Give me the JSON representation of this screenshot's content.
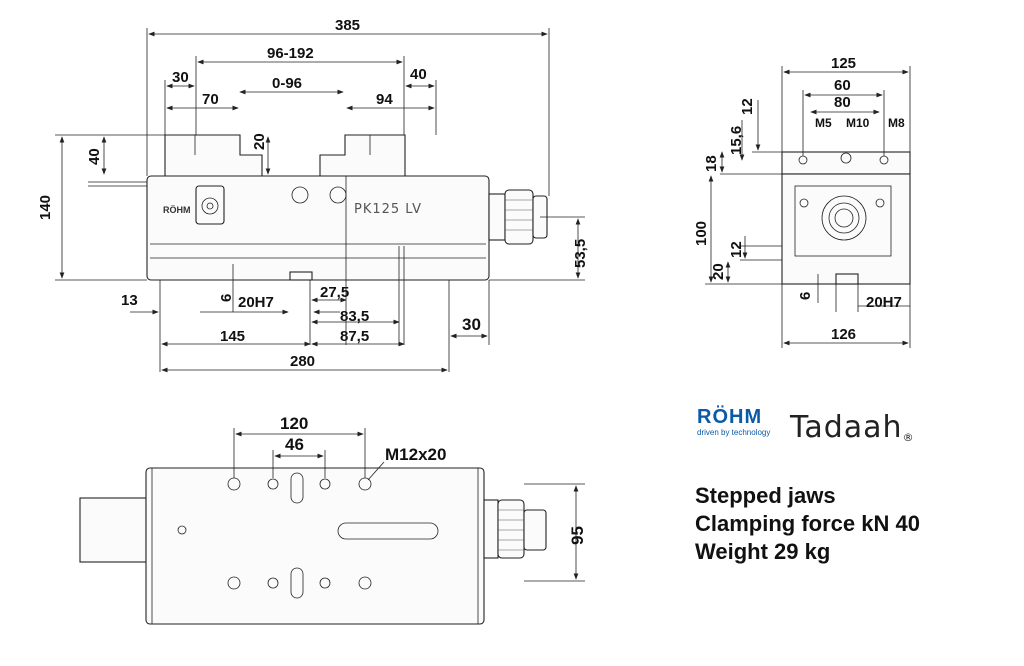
{
  "front_view": {
    "dims": {
      "overall_length": "385",
      "jaw_travel": "96-192",
      "jaw_width_left": "30",
      "jaw_width_right": "40",
      "offset_left": "70",
      "opening": "0-96",
      "offset_right": "94",
      "jaw_height": "40",
      "step_height": "20",
      "overall_height": "140",
      "handle_axis_height": "53,5",
      "left_offset": "13",
      "key_slot_depth": "6",
      "key_slot": "20H7",
      "slot_pos_1": "27,5",
      "slot_pos_2": "83,5",
      "slot_pos_3": "87,5",
      "base_left": "145",
      "handle_length": "30",
      "base_length": "280"
    },
    "marking": "PK125 LV"
  },
  "side_view": {
    "dims": {
      "width_top": "125",
      "jaw_hole_spacing_60": "60",
      "jaw_hole_spacing_80": "80",
      "jaw_top": "12",
      "jaw_step": "15,6",
      "jaw_step_18": "18",
      "body_height": "100",
      "slot_12": "12",
      "slot_20": "20",
      "key_depth": "6",
      "key_slot": "20H7",
      "base_width": "126"
    },
    "threads": [
      "M5",
      "M10",
      "M8"
    ]
  },
  "top_view": {
    "dims": {
      "hole_spacing_120": "120",
      "hole_spacing_46": "46",
      "thread": "M12x20",
      "width_95": "95"
    }
  },
  "brand": {
    "rohm": "RÖHM",
    "rohm_tagline": "driven by technology",
    "tadaah": "Tadaah",
    "tadaah_mark": "®"
  },
  "specs": {
    "line1": "Stepped jaws",
    "line2": "Clamping force kN 40",
    "line3": "Weight 29 kg"
  }
}
